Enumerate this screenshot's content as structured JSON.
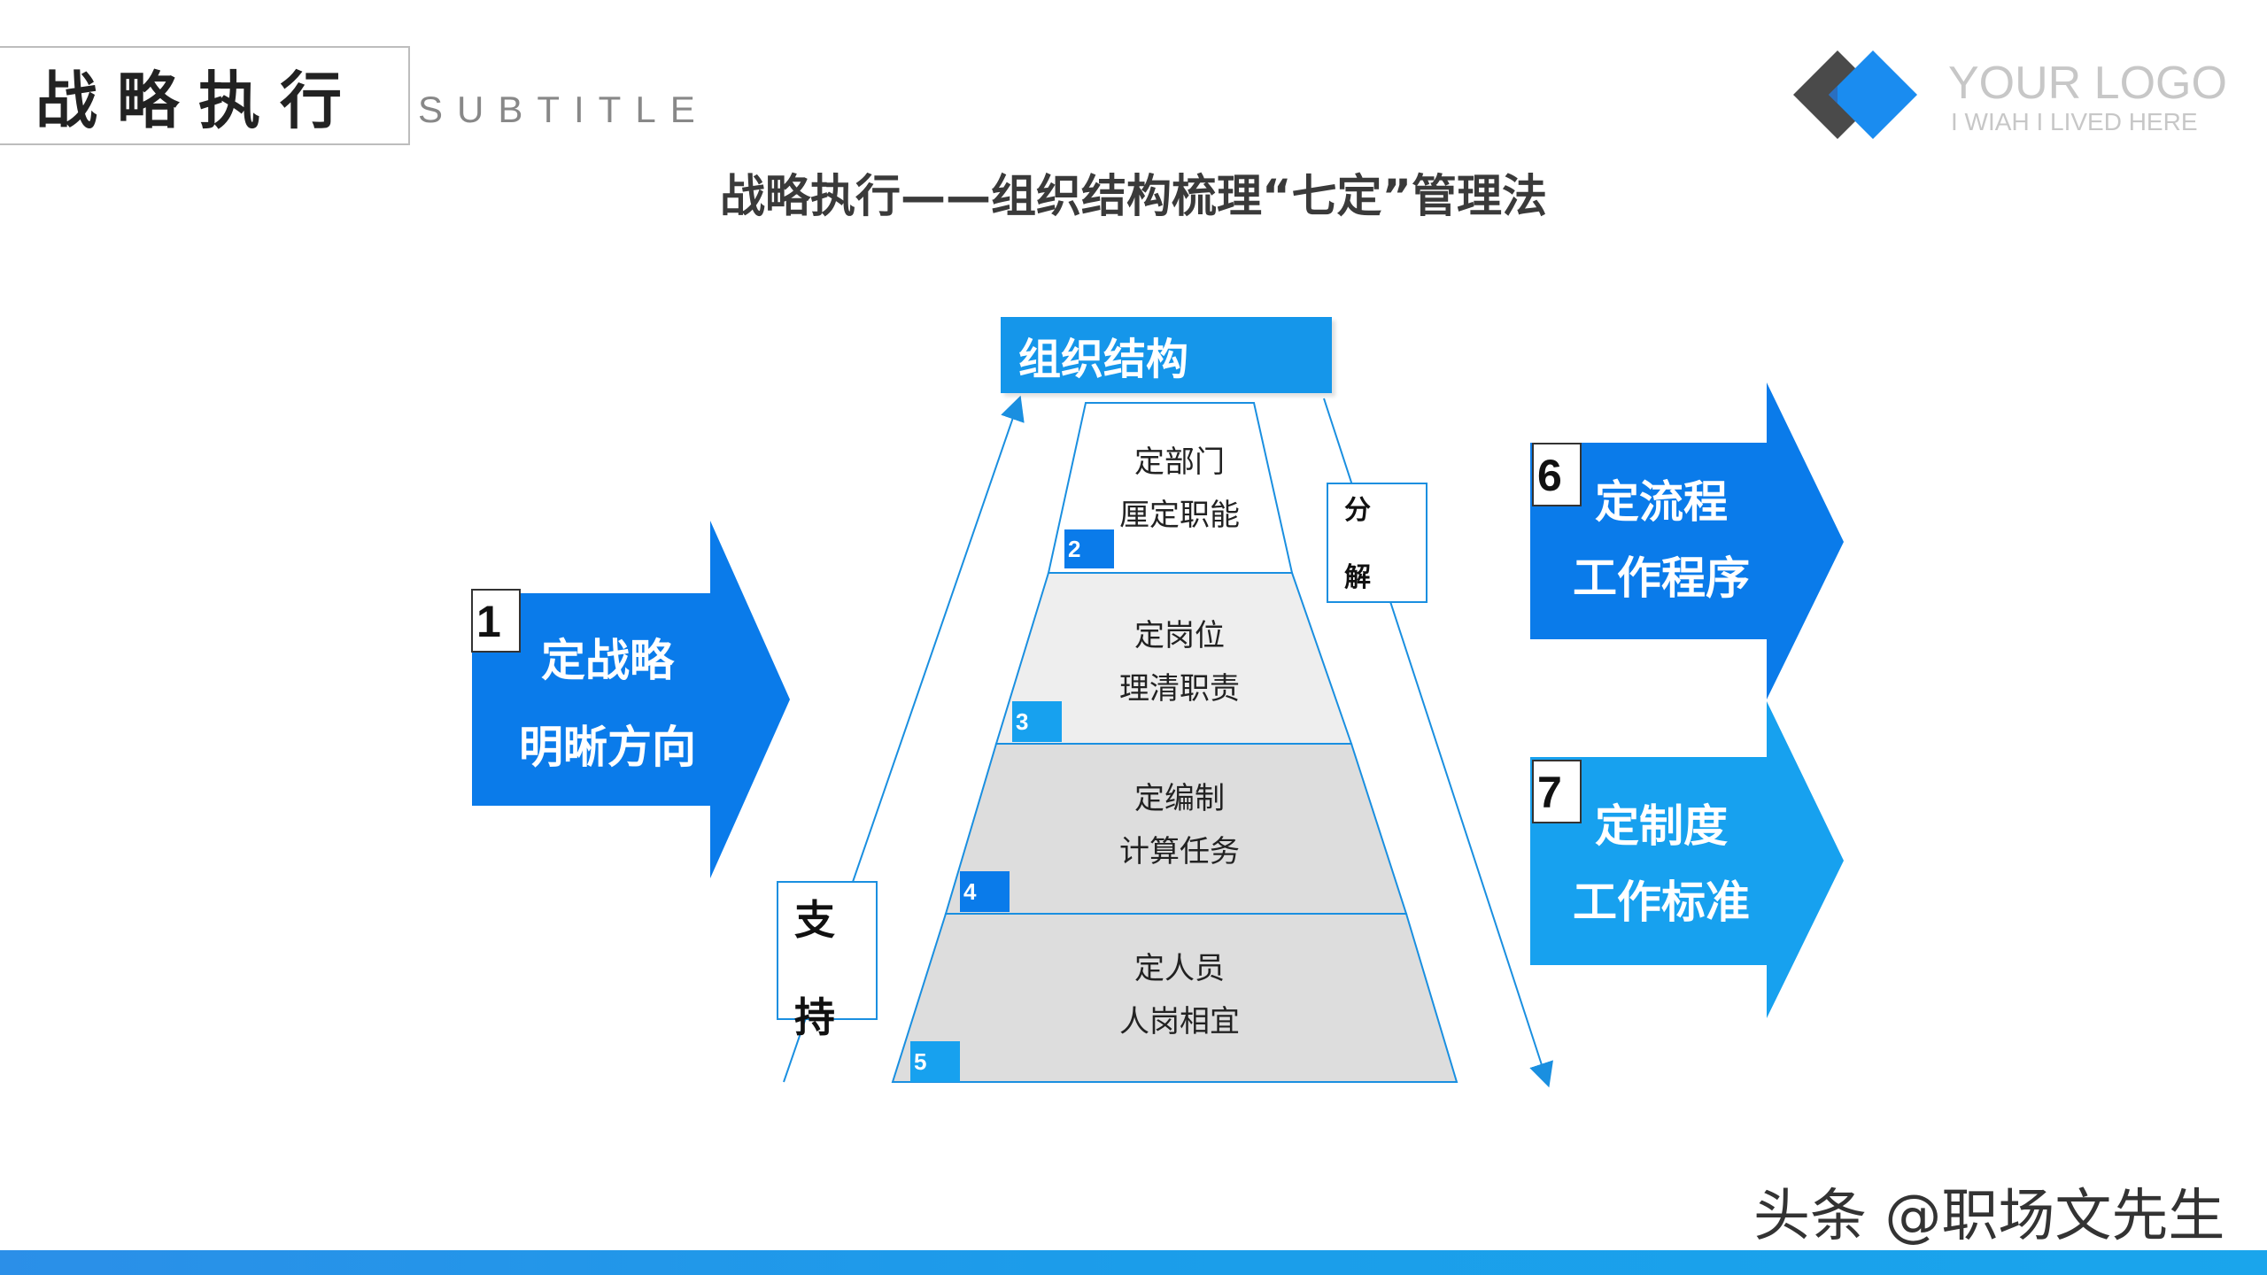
{
  "header": {
    "title": "战略执行",
    "subtitle": "SUBTITLE",
    "heading": "战略执行——组织结构梳理“七定”管理法"
  },
  "logo": {
    "name": "YOUR LOGO",
    "tagline": "I WIAH I LIVED HERE"
  },
  "org_structure": {
    "label": "组织结构",
    "levels": [
      {
        "num": "2",
        "line1": "定部门",
        "line2": "厘定职能"
      },
      {
        "num": "3",
        "line1": "定岗位",
        "line2": "理清职责"
      },
      {
        "num": "4",
        "line1": "定编制",
        "line2": "计算任务"
      },
      {
        "num": "5",
        "line1": "定人员",
        "line2": "人岗相宜"
      }
    ],
    "left_label": {
      "line1": "支",
      "line2": "持"
    },
    "right_label": {
      "line1": "分",
      "line2": "解"
    }
  },
  "arrows": [
    {
      "num": "1",
      "line1": "定战略",
      "line2": "明晰方向"
    },
    {
      "num": "6",
      "line1": "定流程",
      "line2": "工作程序"
    },
    {
      "num": "7",
      "line1": "定制度",
      "line2": "工作标准"
    }
  ],
  "watermark": "头条 @职场文先生",
  "colors": {
    "primary_blue": "#0a7bea",
    "light_blue": "#17a1ef",
    "header_blue": "#1596ea",
    "pyramid_top": "#ffffff",
    "pyramid_mid": "#eeeeee",
    "pyramid_low": "#dddddd"
  }
}
